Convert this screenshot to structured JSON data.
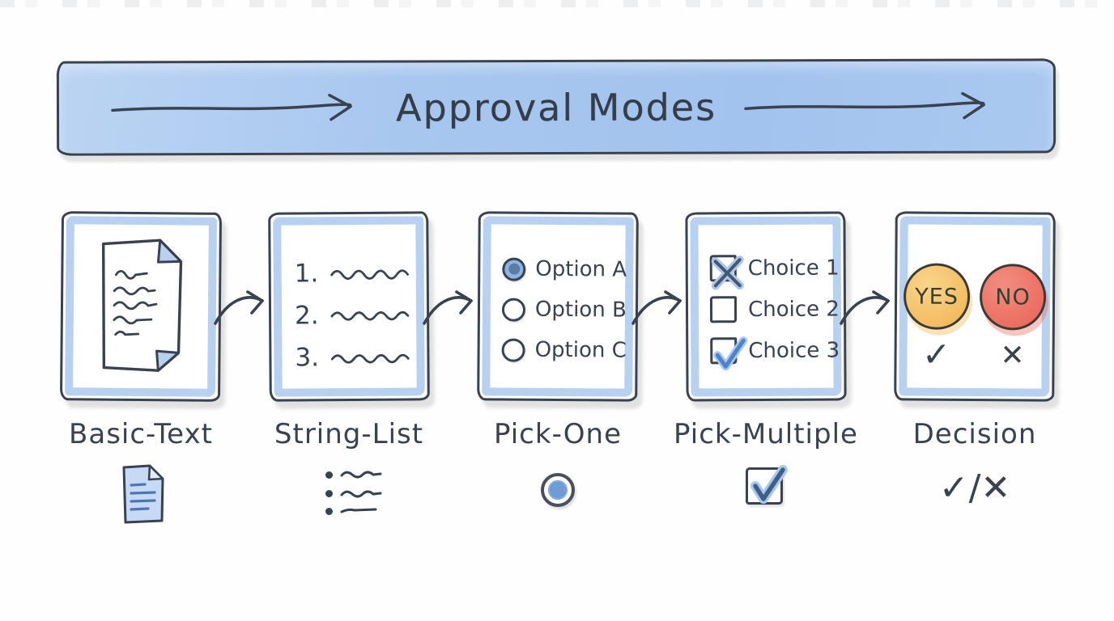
{
  "banner": {
    "title": "Approval Modes"
  },
  "cards": [
    {
      "id": "basic-text",
      "label": "Basic-Text",
      "content": "document-with-squiggle-text"
    },
    {
      "id": "string-list",
      "label": "String-List",
      "items": [
        {
          "number": "1."
        },
        {
          "number": "2."
        },
        {
          "number": "3."
        }
      ]
    },
    {
      "id": "pick-one",
      "label": "Pick-One",
      "options": [
        {
          "label": "Option A",
          "selected": true
        },
        {
          "label": "Option B",
          "selected": false
        },
        {
          "label": "Option C",
          "selected": false
        }
      ]
    },
    {
      "id": "pick-multiple",
      "label": "Pick-Multiple",
      "choices": [
        {
          "label": "Choice 1",
          "state": "crossed"
        },
        {
          "label": "Choice 2",
          "state": "unchecked"
        },
        {
          "label": "Choice 3",
          "state": "checked"
        }
      ]
    },
    {
      "id": "decision",
      "label": "Decision",
      "buttons": [
        {
          "label": "YES"
        },
        {
          "label": "NO"
        }
      ],
      "yes_glyph": "✓",
      "no_glyph": "✕"
    }
  ],
  "footer_icons": [
    {
      "card": "basic-text",
      "icon": "document-icon"
    },
    {
      "card": "string-list",
      "icon": "bullet-list-icon"
    },
    {
      "card": "pick-one",
      "icon": "radio-selected-icon"
    },
    {
      "card": "pick-multiple",
      "icon": "checkbox-checked-icon"
    },
    {
      "card": "decision",
      "icon": "check-slash-cross-glyph",
      "glyph": "✓/✕"
    }
  ],
  "colors": {
    "banner_fill": "#a8c7ef",
    "ink": "#39424e",
    "card_frame_blue": "#b9d1f1",
    "radio_selected_fill": "#8db3e2",
    "radio_selected_dot": "#5d7ba3",
    "check_blue": "#5b8fd4",
    "check_halo_blue": "#a9c7ef",
    "yes_fill": "#f3bd63",
    "no_fill": "#eb6f62",
    "doc_icon_fill": "#c6daf5",
    "shadow_gray": "#c9c9c9"
  }
}
